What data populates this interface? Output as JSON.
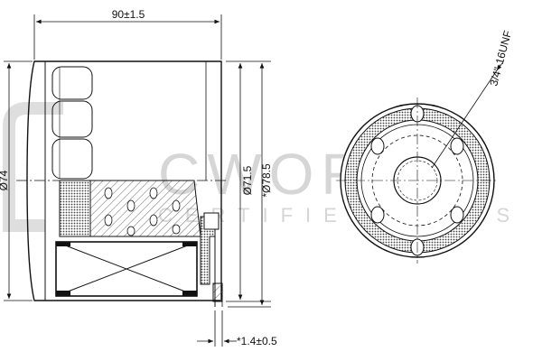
{
  "dimensions": {
    "overall_length": "90±1.5",
    "housing_diameter": "Ø74",
    "gasket_inner_diameter": "Ø71.5",
    "gasket_outer_diameter": "*Ø78.5",
    "gasket_thickness": "*1.4±0.5",
    "thread_spec": "3/4\"-16UNF"
  },
  "watermark": {
    "brand": "CWORKS",
    "tagline": "CERTIFIED PARTS"
  },
  "colors": {
    "line": "#111111",
    "hatch": "#555555",
    "watermark": "#d6d6d6"
  }
}
